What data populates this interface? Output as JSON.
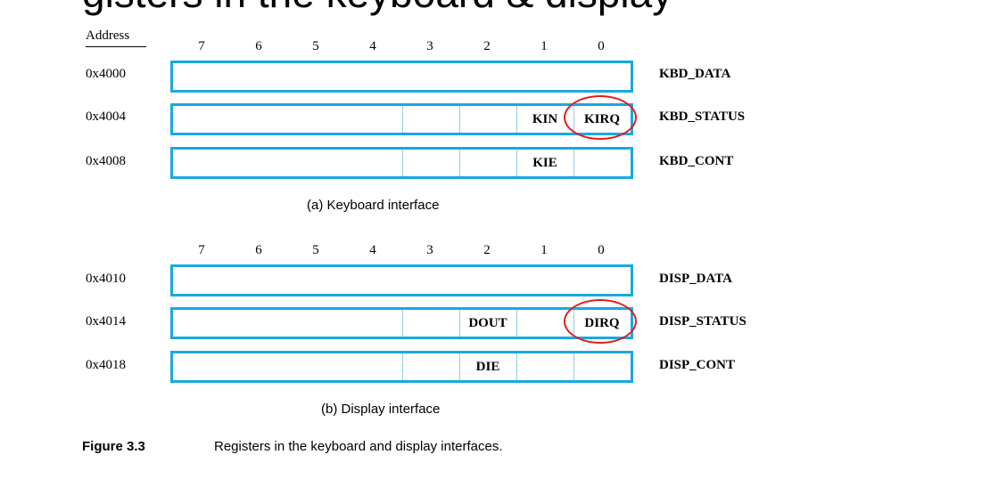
{
  "slide_title_fragment": "gisters in the keyboard & display",
  "address_header": "Address",
  "bit_numbers": [
    "7",
    "6",
    "5",
    "4",
    "3",
    "2",
    "1",
    "0"
  ],
  "keyboard": {
    "registers": [
      {
        "address": "0x4000",
        "name": "KBD_DATA",
        "fields": []
      },
      {
        "address": "0x4004",
        "name": "KBD_STATUS",
        "fields": [
          {
            "bit": 1,
            "label": "KIN"
          },
          {
            "bit": 0,
            "label": "KIRQ"
          }
        ]
      },
      {
        "address": "0x4008",
        "name": "KBD_CONT",
        "fields": [
          {
            "bit": 1,
            "label": "KIE"
          }
        ]
      }
    ],
    "caption": "(a) Keyboard interface"
  },
  "display": {
    "registers": [
      {
        "address": "0x4010",
        "name": "DISP_DATA",
        "fields": []
      },
      {
        "address": "0x4014",
        "name": "DISP_STATUS",
        "fields": [
          {
            "bit": 2,
            "label": "DOUT"
          },
          {
            "bit": 0,
            "label": "DIRQ"
          }
        ]
      },
      {
        "address": "0x4018",
        "name": "DISP_CONT",
        "fields": [
          {
            "bit": 2,
            "label": "DIE"
          }
        ]
      }
    ],
    "caption": "(b) Display interface"
  },
  "figure": {
    "label": "Figure 3.3",
    "text": "Registers in the keyboard and display interfaces."
  },
  "colors": {
    "register_border": "#18a9e0",
    "highlight_circle": "#e01e1e"
  }
}
